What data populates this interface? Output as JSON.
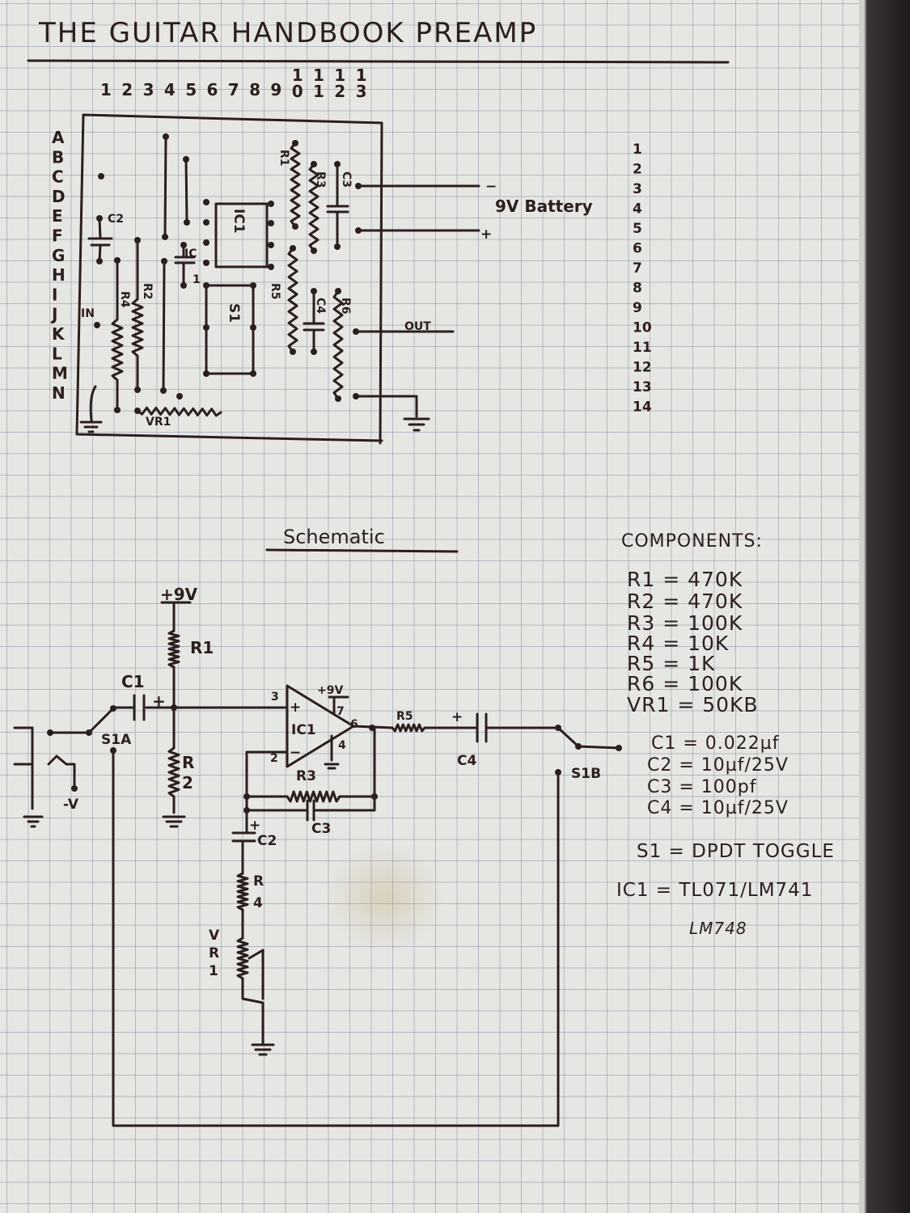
{
  "title": "THE GUITAR HANDBOOK PREAMP",
  "board": {
    "columns": [
      "1",
      "2",
      "3",
      "4",
      "5",
      "6",
      "7",
      "8",
      "9",
      "10",
      "11",
      "12",
      "13"
    ],
    "rows": [
      "A",
      "B",
      "C",
      "D",
      "E",
      "F",
      "G",
      "H",
      "I",
      "J",
      "K",
      "L",
      "M",
      "N"
    ],
    "right_numbers": [
      "1",
      "2",
      "3",
      "4",
      "5",
      "6",
      "7",
      "8",
      "9",
      "10",
      "11",
      "12",
      "13",
      "14"
    ],
    "labels": {
      "c2": "C2",
      "c1": "IC",
      "c1b": "1",
      "r4": "R4",
      "r2": "R2",
      "in": "IN",
      "ic1": "IC1",
      "s1": "S1",
      "r1": "R1",
      "r3": "R3",
      "c3": "C3",
      "r5": "R5",
      "c4": "C4",
      "r6": "R6",
      "vr1": "VR1",
      "out": "OUT",
      "battery": "9V Battery",
      "minus": "−",
      "plus": "+"
    }
  },
  "schematic": {
    "heading": "Schematic",
    "labels": {
      "v9_top": "+9V",
      "r1": "R1",
      "c1": "C1",
      "c1_plus": "+",
      "s1a": "S1A",
      "r2_a": "R",
      "r2_b": "2",
      "neg_v": "-V",
      "pin3": "3",
      "pin2": "2",
      "pin7": "7",
      "pin6": "6",
      "pin4": "4",
      "v9_ic": "+9V",
      "ic1": "IC1",
      "in_plus": "+",
      "in_minus": "−",
      "r3": "R3",
      "c3": "C3",
      "c2": "C2",
      "c2_plus": "+",
      "r4_a": "R",
      "r4_b": "4",
      "vr1_a": "V",
      "vr1_b": "R",
      "vr1_c": "1",
      "r5": "R5",
      "c4_plus": "+",
      "c4": "C4",
      "s1b": "S1B"
    }
  },
  "components": {
    "heading": "COMPONENTS:",
    "resistors": [
      "R1 = 470K",
      "R2 = 470K",
      "R3 = 100K",
      "R4 = 10K",
      "R5 = 1K",
      "R6 = 100K",
      "VR1 = 50KB"
    ],
    "capacitors": [
      "C1 = 0.022µf",
      "C2 = 10µf/25V",
      "C3 = 100pf",
      "C4 = 10µf/25V"
    ],
    "switch": "S1 = DPDT TOGGLE",
    "ic": "IC1 = TL071/LM741",
    "ic_alt": "LM748"
  },
  "colors": {
    "ink": "#2b1f1d",
    "paper": "#e6e6e3",
    "grid": "#8a93a6"
  }
}
